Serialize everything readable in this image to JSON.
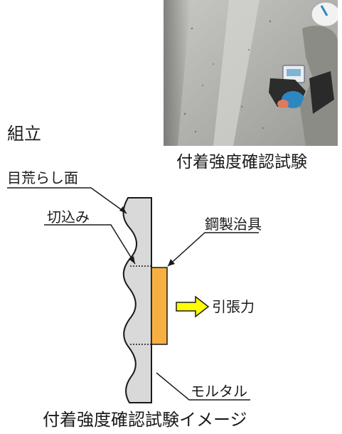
{
  "labels": {
    "assembly": "組立",
    "photo_caption": "付着強度確認試験",
    "rough_surface": "目荒らし面",
    "cut_in": "切込み",
    "steel_jig": "鋼製治具",
    "tensile_force": "引張力",
    "mortar": "モルタル",
    "diagram_caption": "付着強度確認試験イメージ"
  },
  "colors": {
    "mortar_fill": "#d9d9d9",
    "jig_fill": "#f5b041",
    "arrow_fill": "#ffff00",
    "line": "#1a1a1a"
  }
}
